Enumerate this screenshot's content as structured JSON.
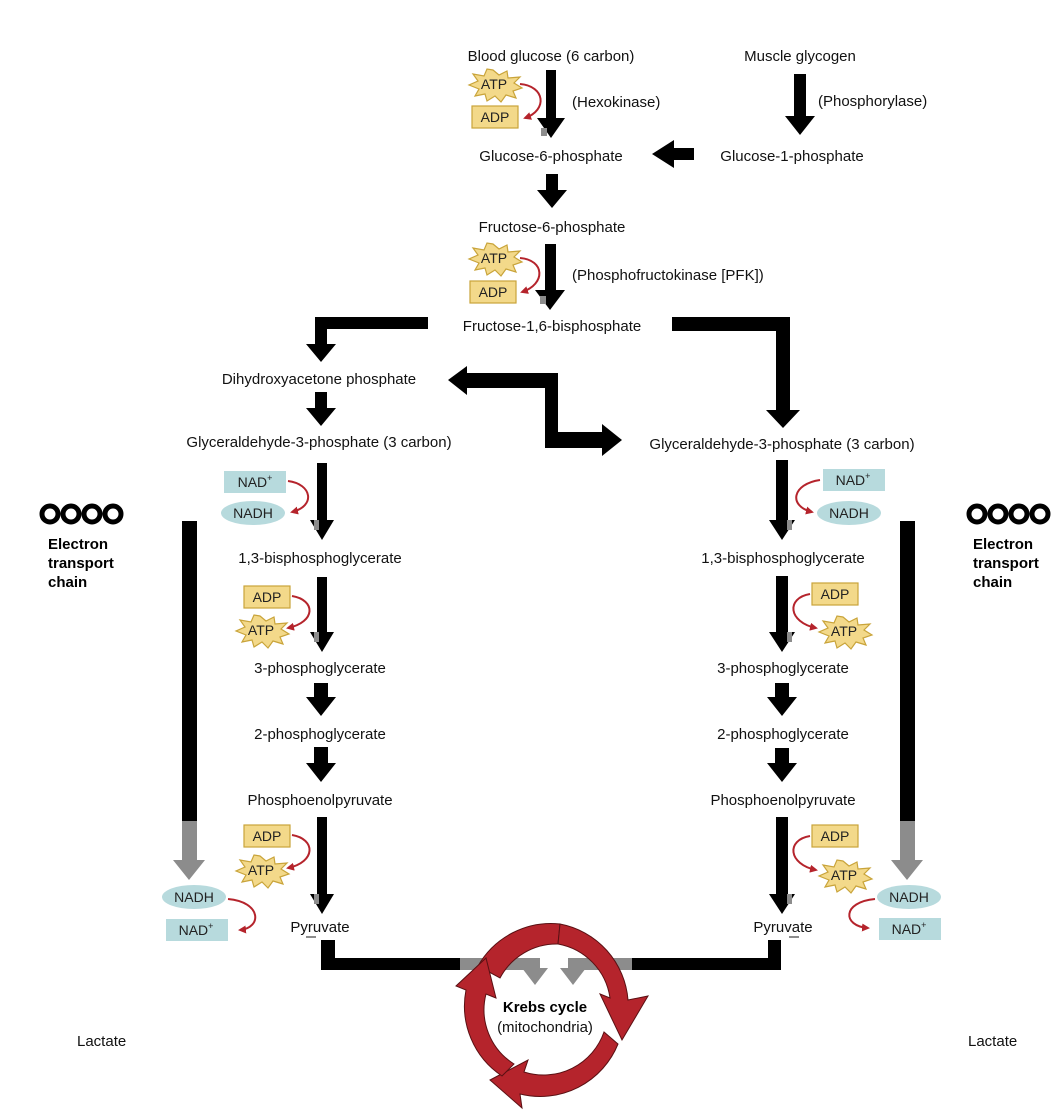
{
  "labels": {
    "blood_glucose": "Blood glucose (6 carbon)",
    "muscle_glycogen": "Muscle glycogen",
    "hexokinase": "(Hexokinase)",
    "phosphorylase": "(Phosphorylase)",
    "g6p": "Glucose-6-phosphate",
    "g1p": "Glucose-1-phosphate",
    "f6p": "Fructose-6-phosphate",
    "pfk": "(Phosphofructokinase [PFK])",
    "f16bp": "Fructose-1,6-bisphosphate",
    "dhap": "Dihydroxyacetone phosphate",
    "g3p": "Glyceraldehyde-3-phosphate (3 carbon)",
    "bpg13": "1,3-bisphosphoglycerate",
    "pg3": "3-phosphoglycerate",
    "pg2": "2-phosphoglycerate",
    "pep": "Phosphoenolpyruvate",
    "pyruvate": "Pyruvate",
    "lactate": "Lactate",
    "etc_line1": "Electron",
    "etc_line2": "transport",
    "etc_line3": "chain",
    "krebs_title": "Krebs cycle",
    "krebs_sub": "(mitochondria)"
  },
  "cofactors": {
    "atp": "ATP",
    "adp": "ADP",
    "nad": "NAD",
    "nadh": "NADH",
    "plus": "+"
  },
  "colors": {
    "arrow": "#000000",
    "gray_arrow": "#8c8c8c",
    "red": "#b5242c",
    "atp_fill": "#f3d98a",
    "atp_stroke": "#c9a43a",
    "nad_fill": "#b7dadd"
  }
}
